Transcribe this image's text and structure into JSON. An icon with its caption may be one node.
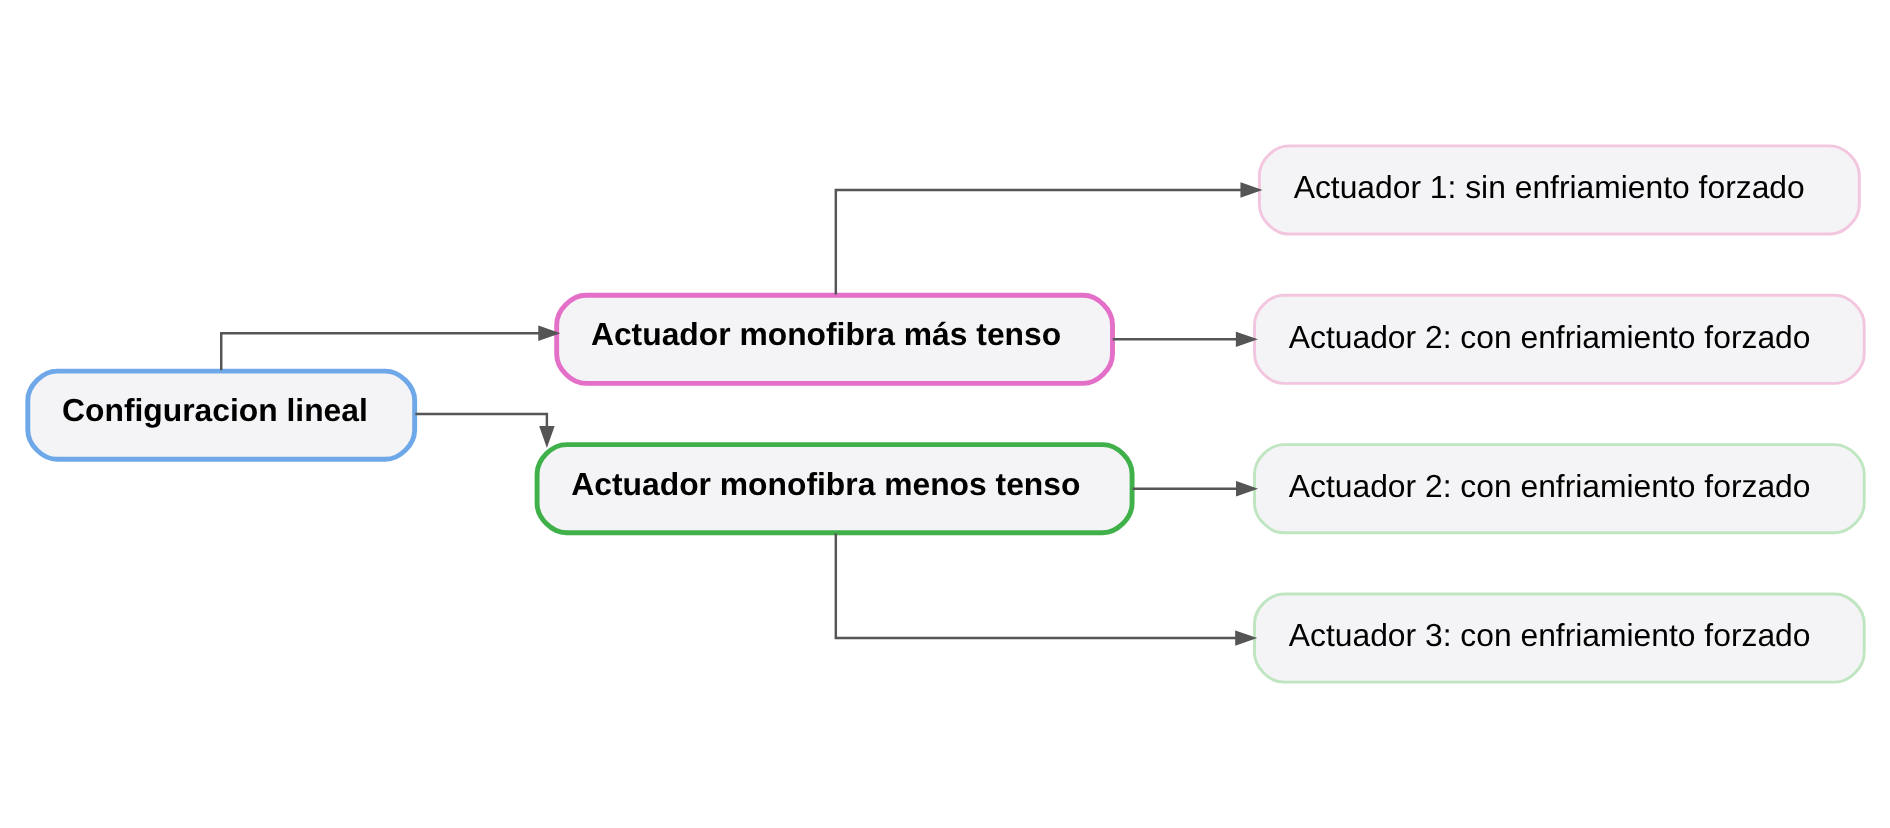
{
  "diagram": {
    "nodes": [
      {
        "text": [
          "Configuracion lineal"
        ]
      },
      {
        "text": [
          "Actuador monofibra más tenso"
        ]
      },
      {
        "text": [
          "Actuador 1: sin enfriamiento forzado"
        ]
      },
      {
        "text": [
          "Actuador 2: con enfriamiento forzado"
        ]
      },
      {
        "text": [
          "Actuador monofibra menos tenso"
        ]
      },
      {
        "text": [
          "Actuador 2: con enfriamiento forzado"
        ]
      },
      {
        "text": [
          "Actuador 3: con enfriamiento forzado"
        ]
      }
    ],
    "edges": [
      {
        "from": 0,
        "to": 1,
        "arrow": "to"
      },
      {
        "from": 0,
        "to": 4,
        "arrow": "to"
      },
      {
        "from": 1,
        "to": 2,
        "arrow": "to"
      },
      {
        "from": 1,
        "to": 3,
        "arrow": "to"
      },
      {
        "from": 4,
        "to": 5,
        "arrow": "to"
      },
      {
        "from": 4,
        "to": 6,
        "arrow": "to"
      }
    ]
  }
}
